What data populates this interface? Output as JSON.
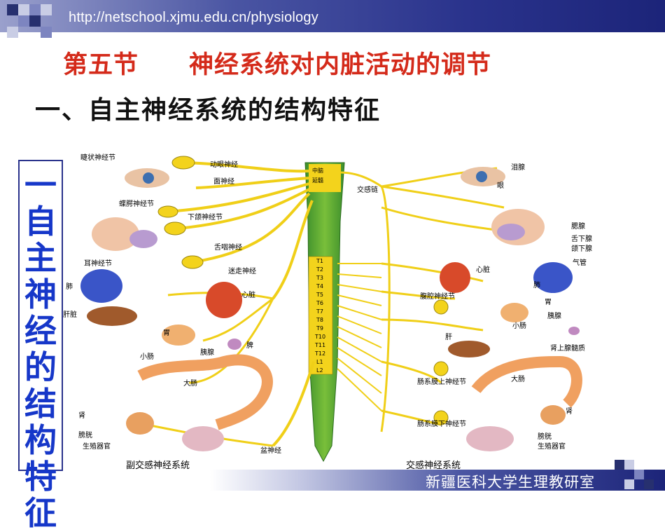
{
  "header": {
    "url": "http://netschool.xjmu.edu.cn/physiology"
  },
  "title": "第五节　　神经系统对内脏活动的调节",
  "subtitle": "一、自主神经系统的结构特征",
  "side_label": "一自主神经的结构特征",
  "footer": "新疆医科大学生理教研室",
  "diagram": {
    "left_caption": "副交感神经系统",
    "right_caption": "交感神经系统",
    "cord_top": [
      "中脑",
      "延髓"
    ],
    "segments": [
      "T1",
      "T2",
      "T3",
      "T4",
      "T5",
      "T6",
      "T7",
      "T8",
      "T9",
      "T10",
      "T11",
      "T12",
      "L1",
      "L2"
    ],
    "left_labels": {
      "ciliary": "睫状神经节",
      "oculomotor": "动眼神经",
      "facial": "面神经",
      "pterygo": "蝶腭神经节",
      "submand": "下颌神经节",
      "glosso": "舌咽神经",
      "otic": "耳神经节",
      "vagus": "迷走神经",
      "lung": "肺",
      "heart": "心脏",
      "liver": "肝脏",
      "stomach": "胃",
      "spleen": "脾",
      "pancreas": "胰腺",
      "small_int": "小肠",
      "large_int": "大肠",
      "kidney": "肾",
      "bladder": "膀胱",
      "genital": "生殖器官",
      "pelvic": "盆神经"
    },
    "right_labels": {
      "chain": "交感链",
      "lacrimal": "泪腺",
      "eye": "眼",
      "parotid": "腮腺",
      "sublingual": "舌下腺",
      "submandibular": "颌下腺",
      "trachea": "气管",
      "heart": "心脏",
      "lung": "肺",
      "celiac": "腹腔神经节",
      "stomach": "胃",
      "pancreas": "胰腺",
      "small_int": "小肠",
      "liver": "肝",
      "adrenal": "肾上腺髓质",
      "sup_mes": "肠系膜上神经节",
      "large_int": "大肠",
      "kidney": "肾",
      "inf_mes": "肠系膜下神经节",
      "bladder": "膀胱",
      "genital": "生殖器官"
    }
  }
}
